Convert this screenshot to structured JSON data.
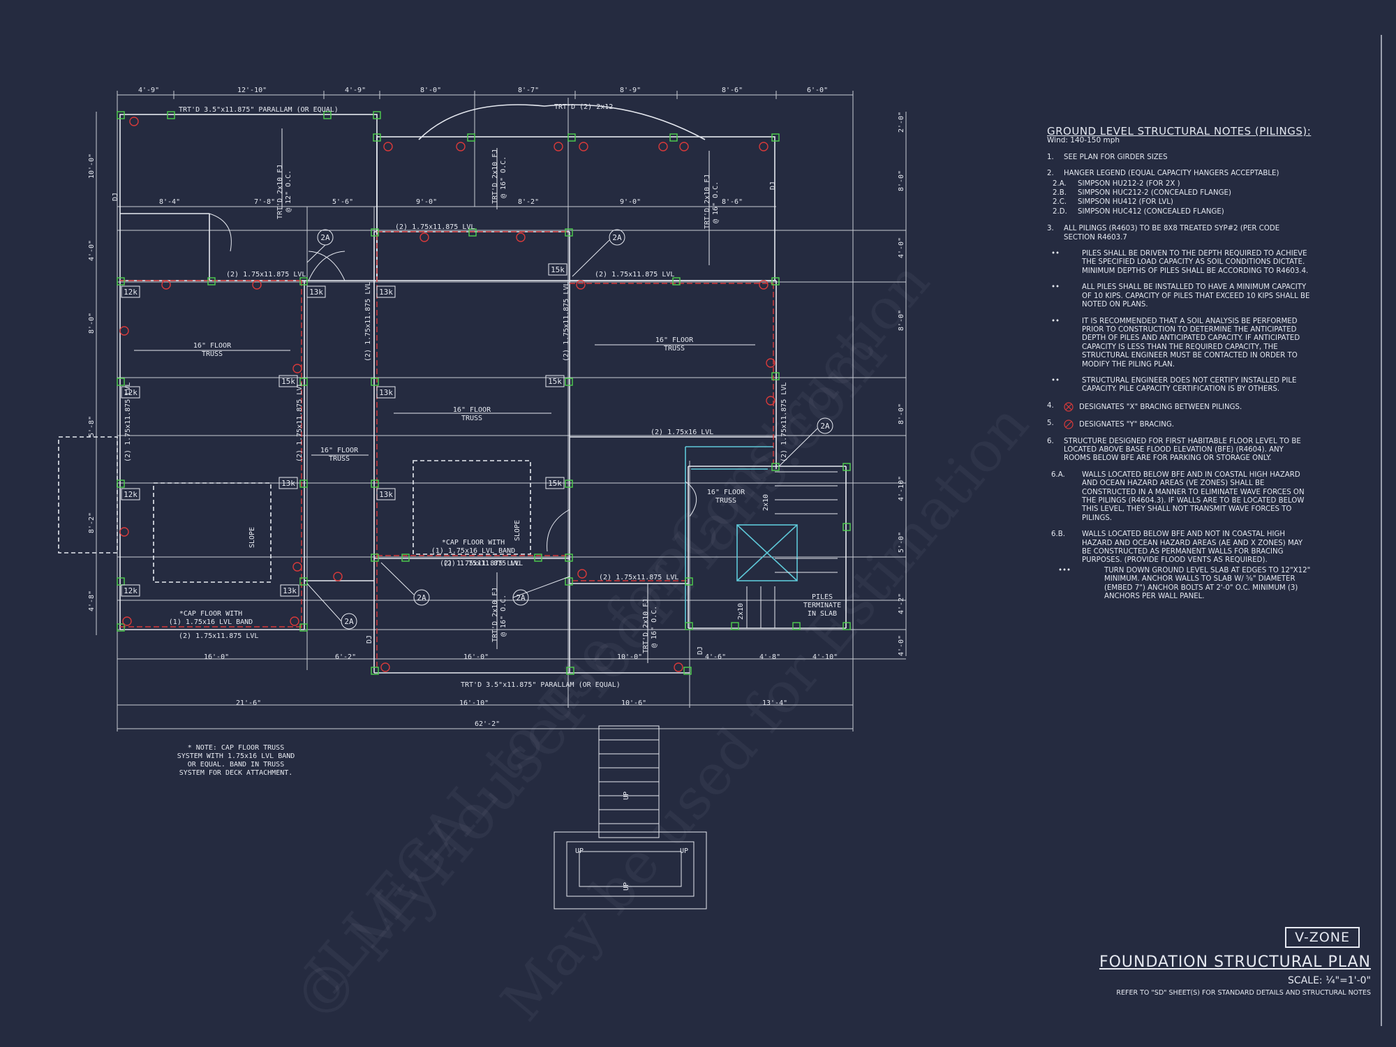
{
  "colors": {
    "background": "#252b40",
    "line": "#e6e9f0",
    "beam_red": "#d83a3a",
    "pile_green": "#4fd14f",
    "wall_cyan": "#5ec8d8"
  },
  "watermarks": [
    "© MyHouseFloorPlans.com",
    "ILLEGAL to use for Construction",
    "May be used for Estimation"
  ],
  "plan": {
    "top_dims": [
      "4'-9\"",
      "12'-10\"",
      "4'-9\"",
      "8'-0\"",
      "8'-7\"",
      "8'-9\"",
      "8'-6\"",
      "6'-0\""
    ],
    "right_dims": [
      "2'-0\"",
      "8'-0\"",
      "4'-0\"",
      "8'-0\"",
      "8'-0\"",
      "4'-10\"",
      "5'-0\"",
      "4'-2\"",
      "4'-0\""
    ],
    "left_dims": [
      "10'-0\"",
      "4'-0\"",
      "8'-0\"",
      "5'-8\"",
      "8'-2\"",
      "4'-8\""
    ],
    "second_row_dims": [
      "8'-4\"",
      "7'-8\"",
      "5'-6\"",
      "9'-0\"",
      "8'-2\"",
      "9'-0\"",
      "8'-6\""
    ],
    "bottom_dims_row1": [
      "16'-0\"",
      "6'-2\"",
      "16'-0\"",
      "10'-0\"",
      "4'-6\"",
      "4'-8\"",
      "4'-10\""
    ],
    "bottom_dims_row2": [
      "21'-6\"",
      "16'-10\"",
      "10'-6\"",
      "13'-4\""
    ],
    "overall_dim": "62'-2\"",
    "labels": {
      "parallam_top": "TRT'D 3.5\"x11.875\" PARALLAM (OR EQUAL)",
      "parallam_bottom": "TRT'D 3.5\"x11.875\" PARALLAM (OR EQUAL)",
      "trtd_2x12": "TRT'D (2) 2x12",
      "lvl_a": "(2) 1.75x11.875 LVL",
      "lvl_b": "(2) 1.75x11.875 LVL",
      "lvl_c": "(2) 1.75x11.875 LVL",
      "lvl_d": "(2) 1.75x11.875 LVL",
      "lvl_e": "(2) 1.75x11.875 LVL",
      "lvl_f": "(2) 1.75x11.875 LVL",
      "lvl_g": "(2) 1.75x11.875 LVL",
      "lvl_16": "(2) 1.75x16 LVL",
      "truss_a": "16\" FLOOR",
      "truss_b": "TRUSS",
      "cap_a1": "*CAP FLOOR WITH",
      "cap_a2": "(1) 1.75x16 LVL BAND",
      "fj_12": "TRT'D 2x10 FJ",
      "fj_12b": "@ 12\" O.C.",
      "fj_16": "TRT'D 2x10 FJ",
      "fj_16b": "@ 16\" O.C.",
      "slope": "SLOPE",
      "dj": "DJ",
      "up": "UP",
      "piles_note": [
        "PILES",
        "TERMINATE",
        "IN SLAB"
      ],
      "tag_2a": "2A",
      "k12": "12k",
      "k13": "13k",
      "k15": "15k",
      "twox10": "2x10",
      "twox10b": "2x10"
    },
    "note": [
      "* NOTE: CAP FLOOR TRUSS",
      "SYSTEM WITH 1.75x16 LVL BAND",
      "OR EQUAL. BAND IN TRUSS",
      "SYSTEM FOR DECK ATTACHMENT."
    ]
  },
  "notes": {
    "title": "GROUND LEVEL STRUCTURAL NOTES (PILINGS):",
    "wind": "Wind: 140-150 mph",
    "n1": "SEE PLAN FOR GIRDER SIZES",
    "n2": "HANGER LEGEND (EQUAL CAPACITY HANGERS ACCEPTABLE)",
    "hangers": [
      {
        "k": "2.A.",
        "v": "SIMPSON HU212-2 (FOR 2X )"
      },
      {
        "k": "2.B.",
        "v": "SIMPSON HUC212-2 (CONCEALED FLANGE)"
      },
      {
        "k": "2.C.",
        "v": "SIMPSON HU412 (FOR LVL)"
      },
      {
        "k": "2.D.",
        "v": "SIMPSON HUC412 (CONCEALED FLANGE)"
      }
    ],
    "n3": "ALL PILINGS (R4603) TO BE 8X8 TREATED SYP#2 (PER CODE SECTION R4603.7",
    "b1": "PILES SHALL BE DRIVEN TO THE DEPTH REQUIRED TO ACHIEVE THE SPECIFIED LOAD CAPACITY AS SOIL CONDITIONS DICTATE. MINIMUM DEPTHS OF PILES SHALL BE ACCORDING TO R4603.4.",
    "b2": "ALL PILES SHALL BE INSTALLED TO HAVE A MINIMUM CAPACITY OF 10 KIPS. CAPACITY OF PILES THAT EXCEED 10 KIPS SHALL BE NOTED ON PLANS.",
    "b3": "IT IS RECOMMENDED THAT A SOIL ANALYSIS BE PERFORMED PRIOR TO CONSTRUCTION TO DETERMINE THE ANTICIPATED DEPTH OF PILES AND ANTICIPATED CAPACITY. IF ANTICIPATED CAPACITY IS LESS THAN THE REQUIRED CAPACITY, THE STRUCTURAL ENGINEER MUST BE CONTACTED IN ORDER TO MODIFY THE PILING PLAN.",
    "b4": "STRUCTURAL ENGINEER DOES NOT CERTIFY INSTALLED PILE CAPACITY. PILE CAPACITY CERTIFICATION IS BY OTHERS.",
    "n4": "DESIGNATES \"X\" BRACING BETWEEN PILINGS.",
    "n5": "DESIGNATES \"Y\" BRACING.",
    "n6": "STRUCTURE DESIGNED FOR FIRST HABITABLE FLOOR LEVEL TO BE LOCATED ABOVE BASE FLOOD ELEVATION (BFE) (R4604). ANY ROOMS BELOW BFE ARE FOR PARKING OR STORAGE ONLY.",
    "n6a": "WALLS LOCATED BELOW BFE AND IN COASTAL HIGH HAZARD AND OCEAN HAZARD AREAS (VE ZONES) SHALL BE CONSTRUCTED IN A MANNER TO ELIMINATE WAVE FORCES ON THE PILINGS (R4604.3). IF WALLS ARE TO BE LOCATED BELOW THIS LEVEL, THEY SHALL NOT TRANSMIT WAVE FORCES TO PILINGS.",
    "n6b": "WALLS LOCATED BELOW BFE AND NOT IN COASTAL HIGH HAZARD AND OCEAN HAZARD AREAS (AE AND X ZONES) MAY BE CONSTRUCTED AS PERMANENT WALLS FOR BRACING PURPOSES. (PROVIDE FLOOD VENTS AS REQUIRED).",
    "n6c": "TURN DOWN GROUND LEVEL SLAB AT EDGES TO 12\"x12\" MINIMUM. ANCHOR WALLS TO SLAB W/ ⅝\" DIAMETER (EMBED 7\") ANCHOR BOLTS AT 2'-0\" O.C. MINIMUM (3) ANCHORS PER WALL PANEL.",
    "labels": {
      "one": "1.",
      "two": "2.",
      "three": "3.",
      "four": "4.",
      "five": "5.",
      "six": "6.",
      "six_a": "6.A.",
      "six_b": "6.B.",
      "bullet": "••",
      "bullet3": "•••"
    }
  },
  "titleblock": {
    "zone": "V-ZONE",
    "title": "FOUNDATION STRUCTURAL PLAN",
    "scale": "SCALE: ¼\"=1'-0\"",
    "ref": "REFER TO \"SD\" SHEET(S) FOR STANDARD DETAILS AND STRUCTURAL NOTES"
  }
}
